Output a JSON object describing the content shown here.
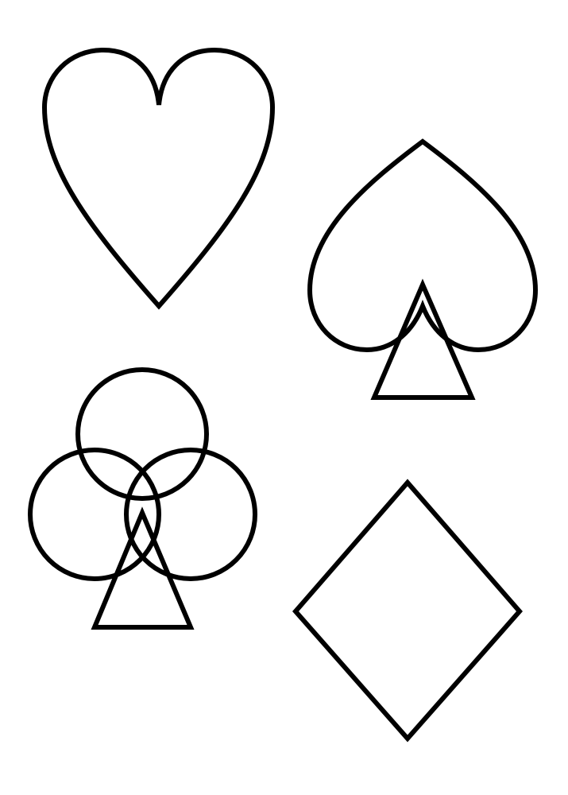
{
  "colors": {
    "background": "#ffffff",
    "stroke": "#000000"
  },
  "symbols": [
    {
      "id": "heart",
      "icon": "heart-suit-icon"
    },
    {
      "id": "spade",
      "icon": "spade-suit-icon"
    },
    {
      "id": "club",
      "icon": "club-suit-icon"
    },
    {
      "id": "diamond",
      "icon": "diamond-suit-icon"
    }
  ]
}
